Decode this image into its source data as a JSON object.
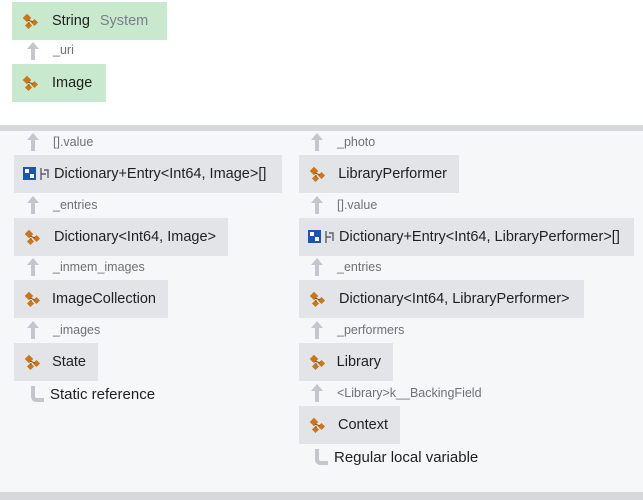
{
  "root": {
    "string_node": {
      "label": "String",
      "namespace": "System"
    },
    "uri_field": "_uri",
    "image_node": {
      "label": "Image"
    }
  },
  "left_column": {
    "array_field": "[].value",
    "entry_array_node": {
      "label": "Dictionary+Entry<Int64, Image>[]"
    },
    "entries_field": "_entries",
    "dictionary_node": {
      "label": "Dictionary<Int64, Image>"
    },
    "inmem_field": "_inmem_images",
    "collection_node": {
      "label": "ImageCollection"
    },
    "images_field": "_images",
    "state_node": {
      "label": "State"
    },
    "root_kind": "Static reference"
  },
  "right_column": {
    "photo_field": "_photo",
    "performer_node": {
      "label": "LibraryPerformer"
    },
    "array_field": "[].value",
    "entry_array_node": {
      "label": "Dictionary+Entry<Int64, LibraryPerformer>[]"
    },
    "entries_field": "_entries",
    "dictionary_node": {
      "label": "Dictionary<Int64, LibraryPerformer>"
    },
    "performers_field": "_performers",
    "library_node": {
      "label": "Library"
    },
    "backing_field": "<Library>k__BackingField",
    "context_node": {
      "label": "Context"
    },
    "root_kind": "Regular local variable"
  },
  "colors": {
    "node_grey": "#e3e4e7",
    "node_green": "#c9e9cf",
    "class_icon": "#c9771a",
    "struct_icon": "#1a56b0",
    "arrow": "#c3c6cc"
  },
  "icons": {
    "class": "class-icon",
    "struct_array": "struct-array-icon",
    "arrow": "arrow-up-icon",
    "root": "root-hook-icon"
  }
}
